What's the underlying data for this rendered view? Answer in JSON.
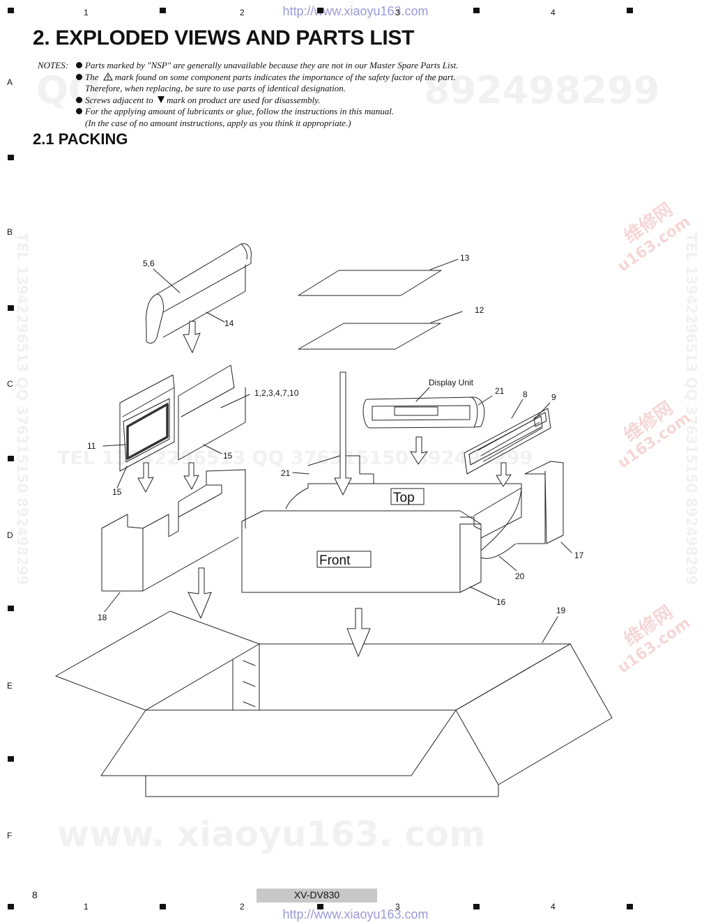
{
  "header": {
    "url_top": "http://www.xiaoyu163.com",
    "url_bottom": "http://www.xiaoyu163.com",
    "column_numbers": [
      "1",
      "2",
      "3",
      "4"
    ],
    "row_letters": [
      "A",
      "B",
      "C",
      "D",
      "E",
      "F"
    ]
  },
  "watermarks": {
    "qq_top_left": "QQ",
    "qq_top_right": "892498299",
    "tel_mid": "TEL  13942296513   QQ  376315150  892498299",
    "site_bottom": "www. xiaoyu163. com",
    "side_right": "TEL 13942296513  QQ 376315150  892498299",
    "side_left": "TEL 13942296513  QQ 376315150  892498299",
    "stamp_chars": "维修网",
    "stamp_domain": "u163.com"
  },
  "document": {
    "title": "2. EXPLODED VIEWS AND PARTS LIST",
    "notes_label": "NOTES:",
    "notes": [
      "Parts marked by \"NSP\" are generally unavailable because they are not in our Master Spare Parts List.",
      "The",
      "mark found on some component parts indicates the importance of the safety factor of the part.",
      "Therefore, when replacing, be sure to use parts of identical designation.",
      "Screws adjacent to",
      "mark on product are used for disassembly.",
      "For the applying amount of lubricants or glue, follow the instructions in this manual.",
      "(In the case of no amount instructions, apply as you think it appropriate.)"
    ],
    "section_title": "2.1  PACKING"
  },
  "diagram": {
    "callouts": {
      "c56": "5,6",
      "c14": "14",
      "c13": "13",
      "c12": "12",
      "c_display": "Display Unit",
      "c21a": "21",
      "c8": "8",
      "c9": "9",
      "c_acc": "1,2,3,4,7,10",
      "c11": "11",
      "c15a": "15",
      "c15b": "15",
      "c21b": "21",
      "c17": "17",
      "c20": "20",
      "c16": "16",
      "c18": "18",
      "c19": "19"
    },
    "box_labels": {
      "top": "Top",
      "front": "Front"
    }
  },
  "footer": {
    "page_number": "8",
    "model": "XV-DV830"
  }
}
